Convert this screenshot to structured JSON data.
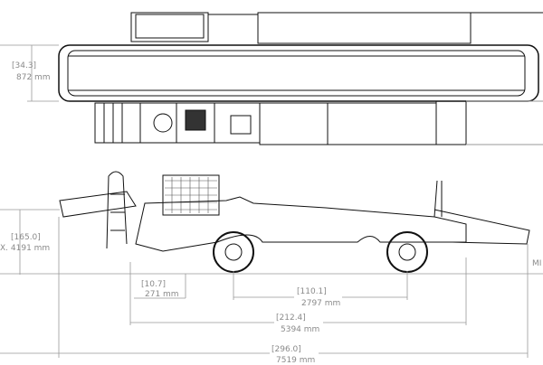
{
  "dimensions": {
    "width_top": {
      "inches": "[34.3]",
      "mm": "872  mm"
    },
    "height": {
      "inches": "[165.0]",
      "mm": "X.  4191  mm"
    },
    "ground_clearance": {
      "inches": "[10.7]",
      "mm": "271  mm"
    },
    "wheelbase": {
      "inches": "[110.1]",
      "mm": "2797  mm"
    },
    "chassis_length": {
      "inches": "[212.4]",
      "mm": "5394  mm"
    },
    "overall_length": {
      "inches": "[296.0]",
      "mm": "7519  mm"
    },
    "min_label": "MI"
  }
}
